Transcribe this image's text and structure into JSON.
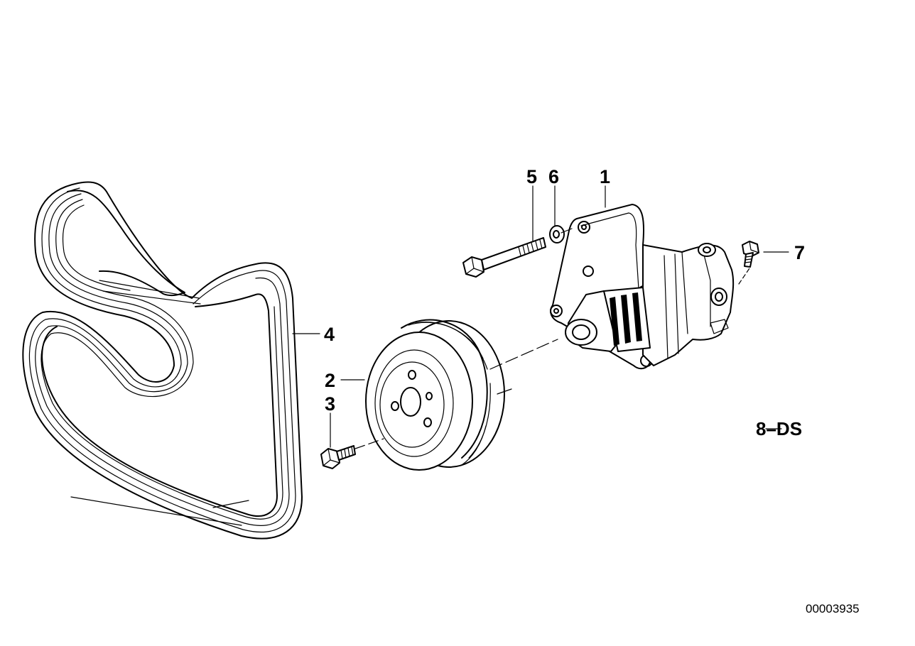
{
  "callouts": {
    "c1": "1",
    "c2": "2",
    "c3": "3",
    "c4": "4",
    "c5": "5",
    "c6": "6",
    "c7": "7"
  },
  "variant_code": "8–DS",
  "document_number": "00003935",
  "parts": [
    {
      "callout": "1",
      "icon": "power-steering-pump-icon"
    },
    {
      "callout": "2",
      "icon": "belt-pulley-icon"
    },
    {
      "callout": "3",
      "icon": "hex-bolt-icon"
    },
    {
      "callout": "4",
      "icon": "ribbed-v-belt-icon"
    },
    {
      "callout": "5",
      "icon": "long-hex-bolt-icon"
    },
    {
      "callout": "6",
      "icon": "washer-icon"
    },
    {
      "callout": "7",
      "icon": "hex-bolt-icon"
    }
  ]
}
